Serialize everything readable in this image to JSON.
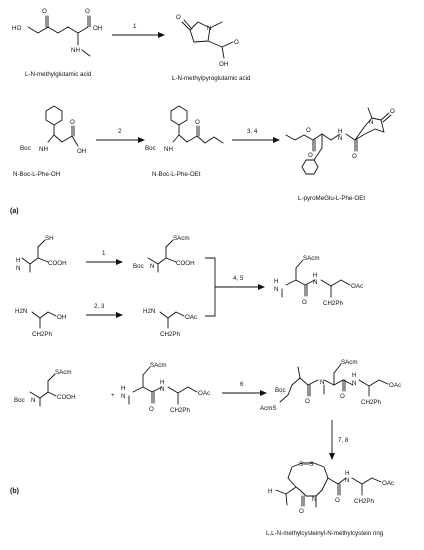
{
  "panels": [
    {
      "id": "a",
      "label": "(a)",
      "reactions": [
        {
          "reactant": "L-N-methylglutamic acid",
          "conditions": "1",
          "product": "L-N-methylpyroglutamic acid"
        },
        {
          "reactant": "N-Boc-L-Phe-OH",
          "conditions": "2",
          "product": "N-Boc-L-Phe-OEt"
        },
        {
          "conditions": "3, 4",
          "product": "L-pyroMeGlu-L-Phe-OEt"
        }
      ]
    },
    {
      "id": "b",
      "label": "(b)",
      "steps": [
        "1",
        "2, 3",
        "4, 5",
        "6",
        "7, 8"
      ],
      "product": "L,L-N-methylcysteinyl-N-methylcystein ring"
    }
  ],
  "atoms": {
    "ho": "HO",
    "oh": "OH",
    "o": "O",
    "n": "N",
    "h": "H",
    "nh": "NH",
    "sh": "SH",
    "boc": "Boc",
    "cooh": "COOH",
    "sacm": "SAcm",
    "acms": "AcmS",
    "h2n": "H2N",
    "ch2ph": "CH2Ph",
    "oac": "OAc",
    "ss": "S—S",
    "plus": "+"
  },
  "icons": [
    "reaction-arrow",
    "merge-bracket-arrow",
    "down-arrow"
  ]
}
